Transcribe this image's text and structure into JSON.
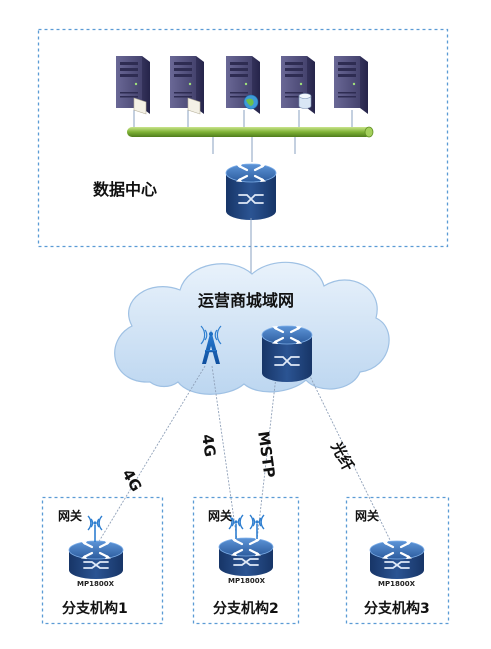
{
  "datacenter": {
    "title": "数据中心",
    "servers": [
      {
        "badge": "document"
      },
      {
        "badge": "document"
      },
      {
        "badge": "globe"
      },
      {
        "badge": "database"
      },
      {
        "badge": "none"
      }
    ]
  },
  "wan": {
    "title": "运营商城域网"
  },
  "links": [
    {
      "label": "4G"
    },
    {
      "label": "4G"
    },
    {
      "label": "MSTP"
    },
    {
      "label": "光纤"
    }
  ],
  "branches": [
    {
      "gateway": "网关",
      "model": "MP1800X",
      "name": "分支机构1",
      "antennas": 1
    },
    {
      "gateway": "网关",
      "model": "MP1800X",
      "name": "分支机构2",
      "antennas": 2
    },
    {
      "gateway": "网关",
      "model": "MP1800X",
      "name": "分支机构3",
      "antennas": 0
    }
  ],
  "colors": {
    "frame": "#5b9bd5",
    "router_dark": "#1e3f73",
    "router_light": "#3f78c2",
    "cloud": "#cfe2f6",
    "bus": "#8bbf3c",
    "server": "#4d4b78"
  }
}
